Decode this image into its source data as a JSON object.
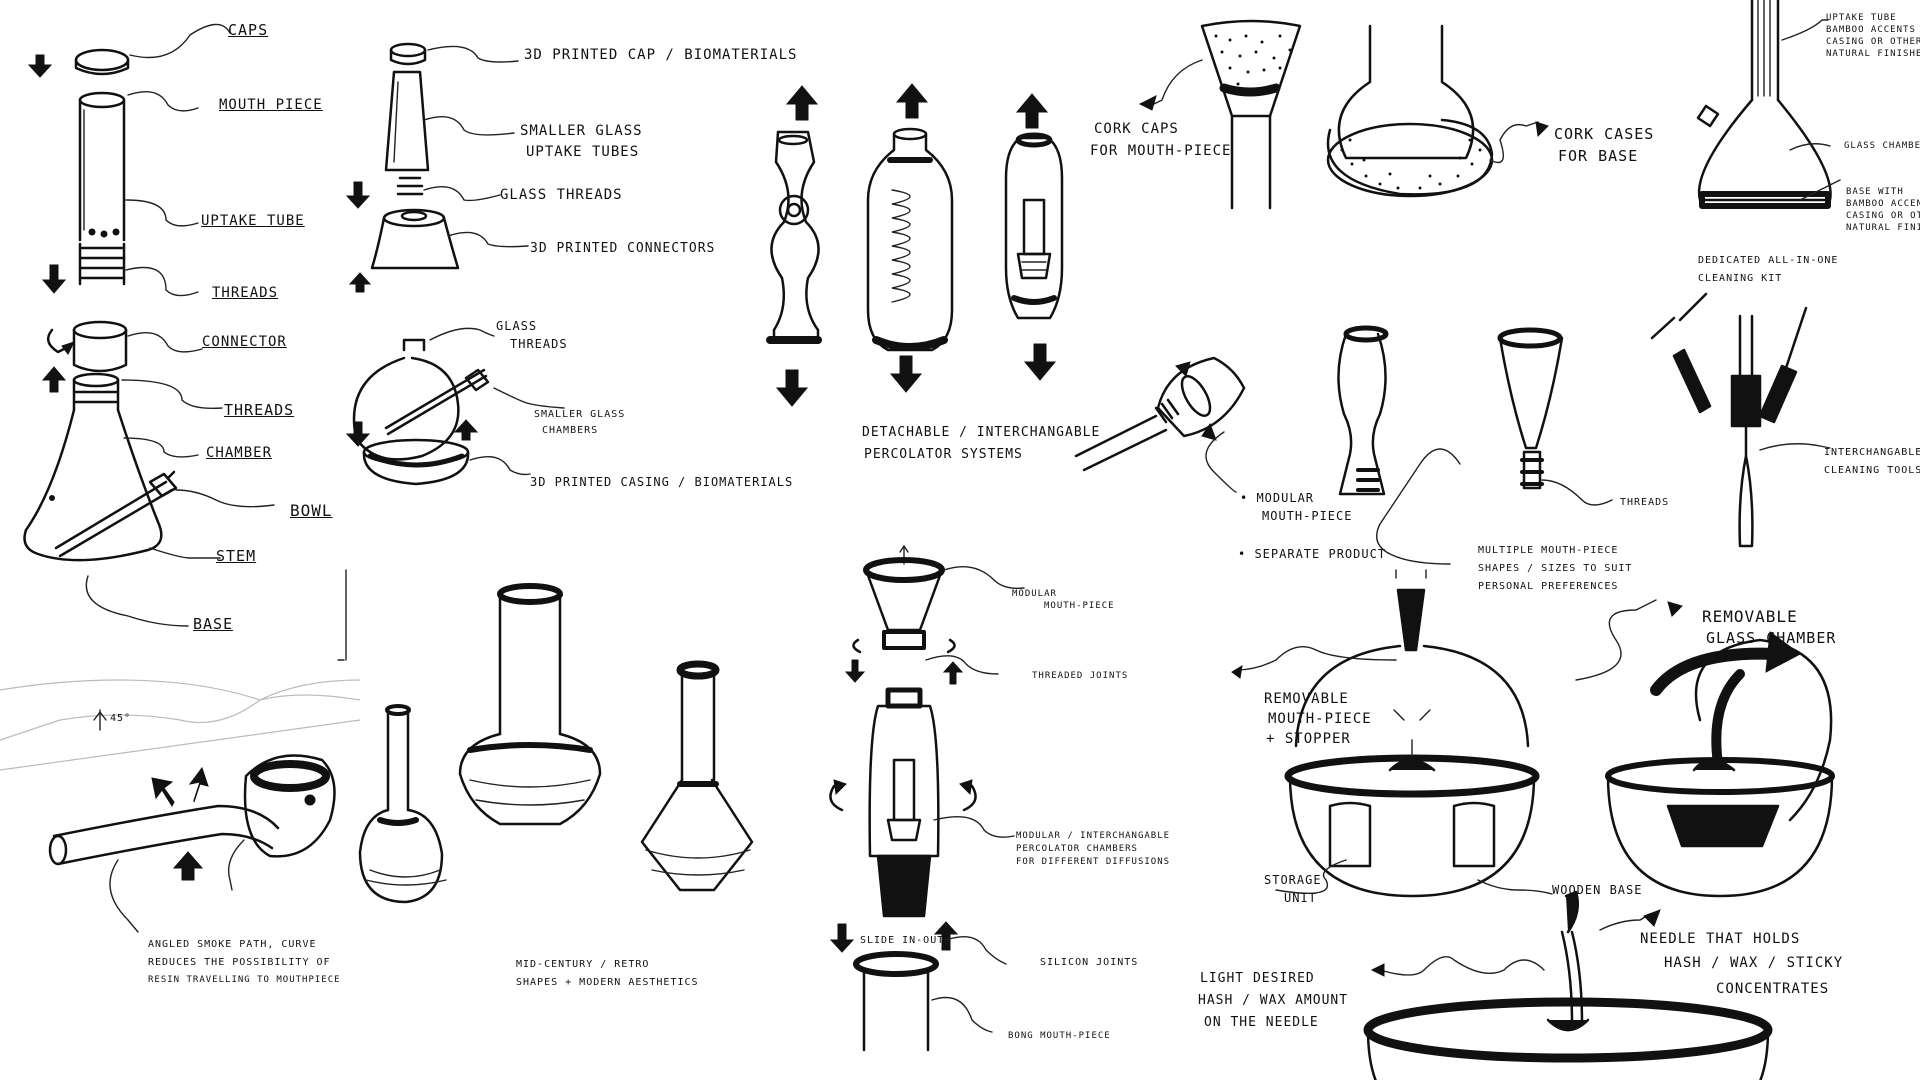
{
  "panel1": {
    "caps": "Caps",
    "mouth_piece": "Mouth Piece",
    "uptake_tube": "Uptake Tube",
    "threads_top": "Threads",
    "connector": "Connector",
    "threads_bottom": "Threads",
    "chamber": "Chamber",
    "bowl": "Bowl",
    "stem": "Stem",
    "base": "Base"
  },
  "panel2": {
    "cap": "3D Printed Cap / Biomaterials",
    "tubes_1": "Smaller Glass",
    "tubes_2": "Uptake Tubes",
    "glass_threads": "Glass Threads",
    "connectors": "3D Printed Connectors",
    "threads2_1": "Glass",
    "threads2_2": "Threads",
    "chambers_1": "Smaller Glass",
    "chambers_2": "Chambers",
    "casing": "3D Printed casing / Biomaterials"
  },
  "panel3": {
    "caption_1": "Detachable / Interchangable",
    "caption_2": "Percolator Systems"
  },
  "panel4": {
    "cork_caps_1": "Cork Caps",
    "cork_caps_2": "For Mouth-Piece",
    "cork_cases_1": "Cork Cases",
    "cork_cases_2": "For Base"
  },
  "panel5": {
    "uptake_1": "Uptake Tube",
    "uptake_2": "Bamboo Accents",
    "uptake_3": "Casing or Other",
    "uptake_4": "Natural Finishes",
    "glass_chamber": "Glass Chamber",
    "base_1": "Base with",
    "base_2": "Bamboo Accents",
    "base_3": "Casing or Oth",
    "base_4": "Natural Finish",
    "kit_1": "Dedicated All-in-One",
    "kit_2": "Cleaning Kit"
  },
  "panel6": {
    "modular_1": "• Modular",
    "modular_2": "Mouth-Piece",
    "separate": "• Separate Product",
    "multiple_1": "Multiple Mouth-Piece",
    "multiple_2": "Shapes / Sizes to Suit",
    "multiple_3": "Personal Preferences",
    "threads": "Threads",
    "tools_1": "Interchangable",
    "tools_2": "Cleaning Tools"
  },
  "panel7": {
    "angle": "45°",
    "note_1": "Angled Smoke Path, Curve",
    "note_2": "Reduces the Possibility of",
    "note_3": "Resin Travelling to Mouthpiece"
  },
  "panel8": {
    "caption_1": "Mid-Century / Retro",
    "caption_2": "Shapes + Modern Aesthetics"
  },
  "panel9": {
    "modular_1": "Modular",
    "modular_2": "Mouth-Piece",
    "threaded": "Threaded Joints",
    "perc_1": "Modular / Interchangable",
    "perc_2": "Percolator Chambers",
    "perc_3": "for Different Diffusions",
    "slide": "Slide In-Out",
    "silicon": "Silicon Joints",
    "bong_mouth": "Bong Mouth-Piece"
  },
  "panel10": {
    "removable_chamber_1": "Removable",
    "removable_chamber_2": "Glass Chamber",
    "removable_mouth_1": "Removable",
    "removable_mouth_2": "Mouth-Piece",
    "removable_mouth_3": "+ Stopper",
    "storage_1": "Storage",
    "storage_2": "Unit",
    "wooden_base": "Wooden Base"
  },
  "panel11": {
    "needle_1": "Needle that Holds",
    "needle_2": "Hash / Wax / Sticky",
    "needle_3": "Concentrates",
    "light_1": "Light Desired",
    "light_2": "Hash / Wax Amount",
    "light_3": "on the Needle"
  }
}
